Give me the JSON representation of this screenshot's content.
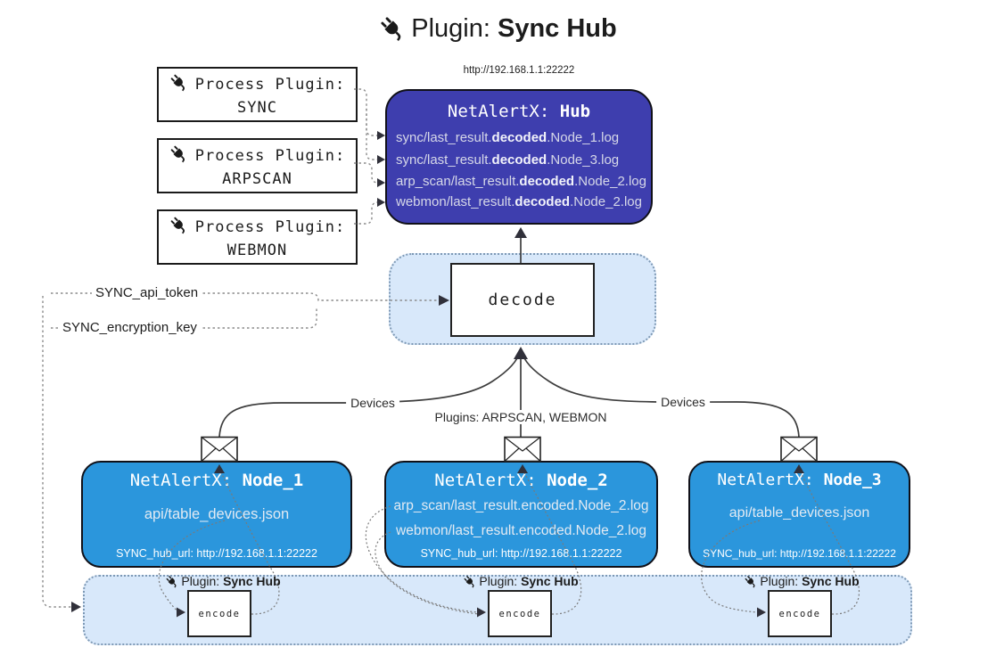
{
  "title": {
    "prefix": "Plugin:",
    "name": "Sync Hub"
  },
  "process_plugins": [
    {
      "label": "Process Plugin:",
      "name": "SYNC"
    },
    {
      "label": "Process Plugin:",
      "name": "ARPSCAN"
    },
    {
      "label": "Process Plugin:",
      "name": "WEBMON"
    }
  ],
  "hub": {
    "url": "http://192.168.1.1:22222",
    "title_prefix": "NetAlertX: ",
    "title_name": "Hub",
    "files": [
      {
        "pre": "sync/last_result.",
        "bold": "decoded",
        "post": ".Node_1.log"
      },
      {
        "pre": "sync/last_result.",
        "bold": "decoded",
        "post": ".Node_3.log"
      },
      {
        "pre": "arp_scan/last_result.",
        "bold": "decoded",
        "post": ".Node_2.log"
      },
      {
        "pre": "webmon/last_result.",
        "bold": "decoded",
        "post": ".Node_2.log"
      }
    ]
  },
  "decode_box": {
    "label": "decode"
  },
  "settings": {
    "api_token": "SYNC_api_token",
    "encryption_key": "SYNC_encryption_key"
  },
  "edge_labels": {
    "devices_left": "Devices",
    "plugins_center": "Plugins: ARPSCAN, WEBMON",
    "devices_right": "Devices"
  },
  "nodes": [
    {
      "title_prefix": "NetAlertX: ",
      "title_name": "Node_1",
      "files": [
        "api/table_devices.json"
      ],
      "hub_url": "SYNC_hub_url: http://192.168.1.1:22222"
    },
    {
      "title_prefix": "NetAlertX: ",
      "title_name": "Node_2",
      "files": [
        "arp_scan/last_result.encoded.Node_2.log",
        "webmon/last_result.encoded.Node_2.log"
      ],
      "hub_url": "SYNC_hub_url: http://192.168.1.1:22222"
    },
    {
      "title_prefix": "NetAlertX: ",
      "title_name": "Node_3",
      "files": [
        "api/table_devices.json"
      ],
      "hub_url": "SYNC_hub_url: http://192.168.1.1:22222"
    }
  ],
  "encoders": [
    {
      "plugin_prefix": "Plugin: ",
      "plugin_name": "Sync Hub",
      "label": "encode"
    },
    {
      "plugin_prefix": "Plugin: ",
      "plugin_name": "Sync Hub",
      "label": "encode"
    },
    {
      "plugin_prefix": "Plugin: ",
      "plugin_name": "Sync Hub",
      "label": "encode"
    }
  ],
  "colors": {
    "hub_bg": "#3e3eae",
    "node_bg": "#2b96dc",
    "panel_bg": "#d8e8fa",
    "panel_border": "#7e99b5",
    "wire_gray": "#8c8c8c",
    "wire_dark": "#3d3d3d"
  }
}
